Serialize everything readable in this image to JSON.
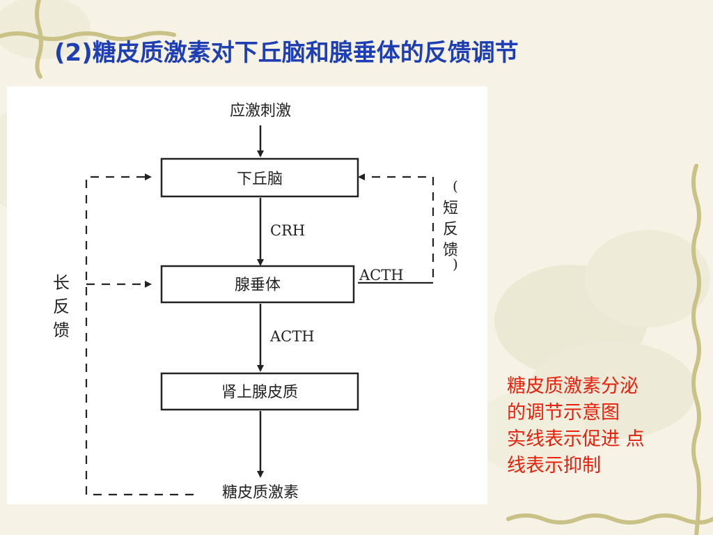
{
  "slide": {
    "title": "(2)糖皮质激素对下丘脑和腺垂体的反馈调节",
    "colors": {
      "title": "#1e3fb4",
      "caption": "#e8200c",
      "line": "#222222"
    }
  },
  "diagram": {
    "stimulus": "应激刺激",
    "nodes": {
      "hypothalamus": "下丘脑",
      "pituitary": "腺垂体",
      "adrenal_cortex": "肾上腺皮质",
      "output": "糖皮质激素"
    },
    "arrows": {
      "crh": "CRH",
      "acth_main": "ACTH",
      "acth_short": "ACTH"
    },
    "long_feedback": {
      "c1": "长",
      "c2": "反",
      "c3": "馈"
    },
    "short_feedback": {
      "c1": "短",
      "c2": "反",
      "c3": "馈"
    }
  },
  "caption": {
    "line1": "糖皮质激素分泌",
    "line2": "的调节示意图",
    "line3": "实线表示促进 点",
    "line4": "线表示抑制"
  }
}
